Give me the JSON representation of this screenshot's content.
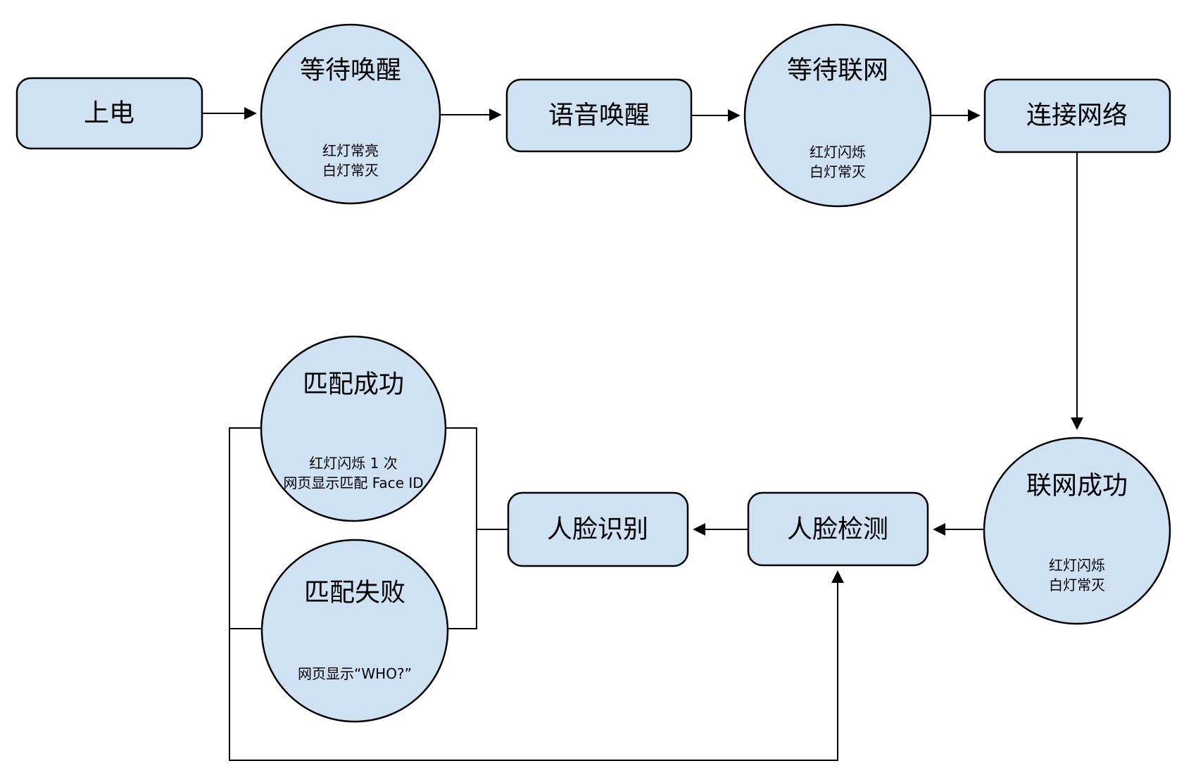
{
  "diagram": {
    "colors": {
      "node_fill": "#cfe2f3",
      "node_border": "#000000",
      "line": "#000000",
      "background": "#ffffff",
      "text": "#000000"
    },
    "nodes": {
      "power_on": {
        "label": "上电"
      },
      "wait_wake": {
        "title": "等待唤醒",
        "sub1": "红灯常亮",
        "sub2": "白灯常灭"
      },
      "voice_wake": {
        "label": "语音唤醒"
      },
      "wait_network": {
        "title": "等待联网",
        "sub1": "红灯闪烁",
        "sub2": "白灯常灭"
      },
      "connect_network": {
        "label": "连接网络"
      },
      "network_success": {
        "title": "联网成功",
        "sub1": "红灯闪烁",
        "sub2": "白灯常灭"
      },
      "face_detect": {
        "label": "人脸检测"
      },
      "face_recognize": {
        "label": "人脸识别"
      },
      "match_success": {
        "title": "匹配成功",
        "sub1": "红灯闪烁 1 次",
        "sub2": "网页显示匹配 Face ID"
      },
      "match_fail": {
        "title": "匹配失败",
        "sub1": "网页显示“WHO?”"
      }
    }
  }
}
